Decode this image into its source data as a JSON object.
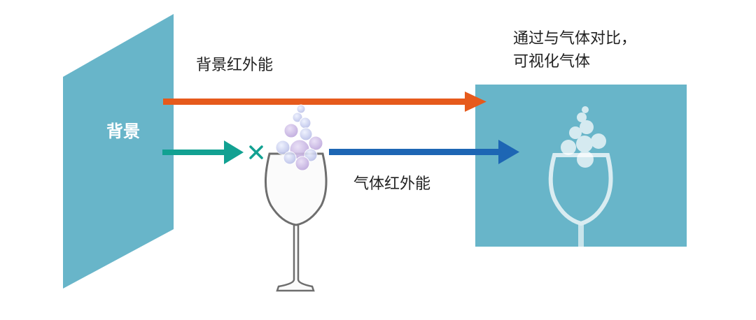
{
  "labels": {
    "background": "背景",
    "background_ir": "背景红外能",
    "gas_ir": "气体红外能",
    "result_line1": "通过与气体对比，",
    "result_line2": "可视化气体"
  },
  "colors": {
    "panel": "#68b5c9",
    "orange_arrow": "#e65a1c",
    "teal_arrow": "#12a192",
    "blue_arrow": "#1d66b4",
    "glass_outline": "#6e6e6e",
    "text": "#222222"
  },
  "icons": {
    "blocked_mark": "x-mark",
    "glass": "wine-glass",
    "bubbles": "gas-bubbles"
  }
}
